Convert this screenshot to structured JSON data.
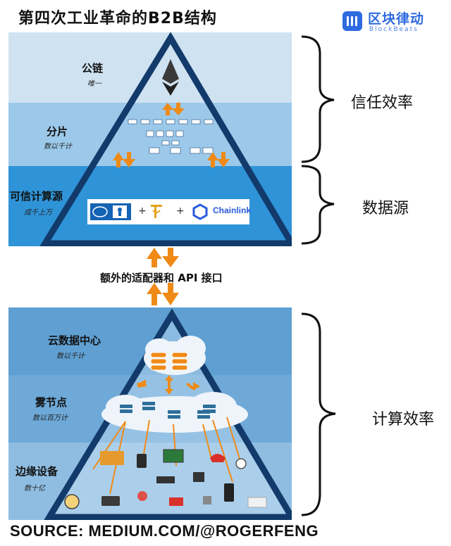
{
  "title": "第四次工业革命的B2B结构",
  "logo": {
    "main": "区块律动",
    "sub": "BlockBeats"
  },
  "top_pyramid": {
    "levels": [
      {
        "label": "公链",
        "sub": "唯一"
      },
      {
        "label": "分片",
        "sub": "数以千计"
      },
      {
        "label": "可信计算源",
        "sub": "成千上万"
      }
    ],
    "partners": {
      "chainlink": "Chainlink",
      "plus": "+"
    }
  },
  "braces": {
    "trust": "信任效率",
    "data": "数据源",
    "compute": "计算效率"
  },
  "middle_label": "额外的适配器和 API 接口",
  "bottom_pyramid": {
    "levels": [
      {
        "label": "云数据中心",
        "sub": "数以千计"
      },
      {
        "label": "雾节点",
        "sub": "数以百万计"
      },
      {
        "label": "边缘设备",
        "sub": "数十亿"
      }
    ]
  },
  "source": "SOURCE: MEDIUM.COM/@ROGERFENG",
  "colors": {
    "arrow": "#ef8a17",
    "pyramid_stroke": "#123a6a",
    "band_top": "#cfe2f1",
    "band_mid": "#8fc2e6",
    "band_bottom": "#2f93d8",
    "logo": "#2f6be0"
  }
}
